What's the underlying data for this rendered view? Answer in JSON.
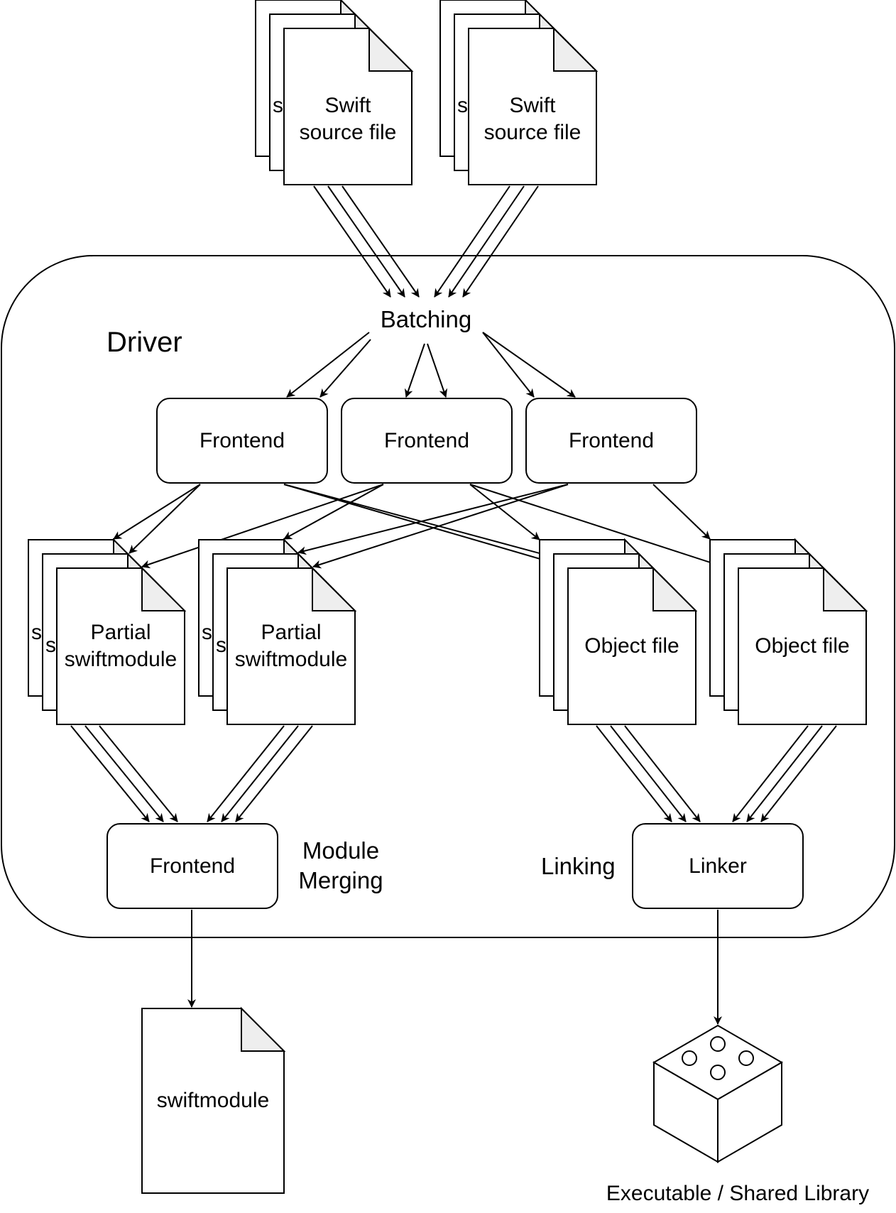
{
  "container": {
    "label": "Driver"
  },
  "batching": {
    "label": "Batching"
  },
  "inputs": {
    "source_file_1": {
      "line1": "Swift",
      "line2": "source file",
      "peek": "s"
    },
    "source_file_2": {
      "line1": "Swift",
      "line2": "source file",
      "peek": "s"
    }
  },
  "frontends": [
    {
      "label": "Frontend"
    },
    {
      "label": "Frontend"
    },
    {
      "label": "Frontend"
    }
  ],
  "partial_modules": [
    {
      "line1": "Partial",
      "line2": "swiftmodule",
      "peek1": "s",
      "peek2": "s"
    },
    {
      "line1": "Partial",
      "line2": "swiftmodule",
      "peek1": "s",
      "peek2": "s"
    }
  ],
  "object_files": [
    {
      "label": "Object file"
    },
    {
      "label": "Object file"
    }
  ],
  "merge": {
    "node_label": "Frontend",
    "stage_line1": "Module",
    "stage_line2": "Merging"
  },
  "link": {
    "node_label": "Linker",
    "stage_label": "Linking"
  },
  "outputs": {
    "swiftmodule": {
      "label": "swiftmodule"
    },
    "binary": {
      "label": "Executable / Shared Library"
    }
  },
  "style": {
    "stroke": "#000000",
    "fold_fill": "#eeeeee",
    "background": "#ffffff"
  }
}
